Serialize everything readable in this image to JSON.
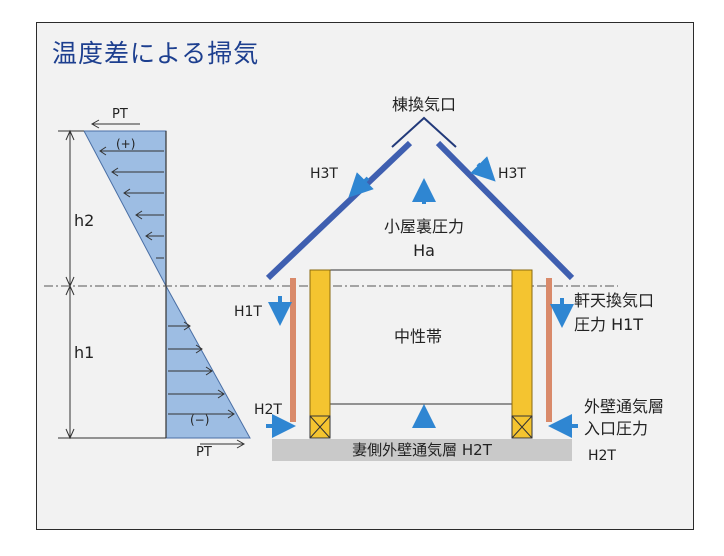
{
  "title": "温度差による掃気",
  "labels": {
    "ridge_vent": "棟換気口",
    "h3t_left": "H3T",
    "h3t_right": "H3T",
    "attic_pressure": "小屋裏圧力",
    "ha": "Ha",
    "h1t_left": "H1T",
    "eave_vent_1": "軒天換気口",
    "eave_vent_2": "圧力 H1T",
    "neutral_zone": "中性帯",
    "h2t_left": "H2T",
    "wall_inlet_1": "外壁通気層",
    "wall_inlet_2": "入口圧力",
    "wall_inlet_3": "H2T",
    "gable_layer": "妻側外壁通気層 H2T",
    "pt_top": "PT",
    "pt_bottom": "PT",
    "plus": "(+)",
    "minus": "(−)",
    "h2": "h2",
    "h1": "h1"
  },
  "colors": {
    "roof": "#3f5fb0",
    "arrow": "#2f86d2",
    "column": "#f4c430",
    "wall_layer": "#d98a6a",
    "triangle": "#9dbde3",
    "title": "#1d3f8f",
    "base_strip": "#c9c9c9"
  }
}
